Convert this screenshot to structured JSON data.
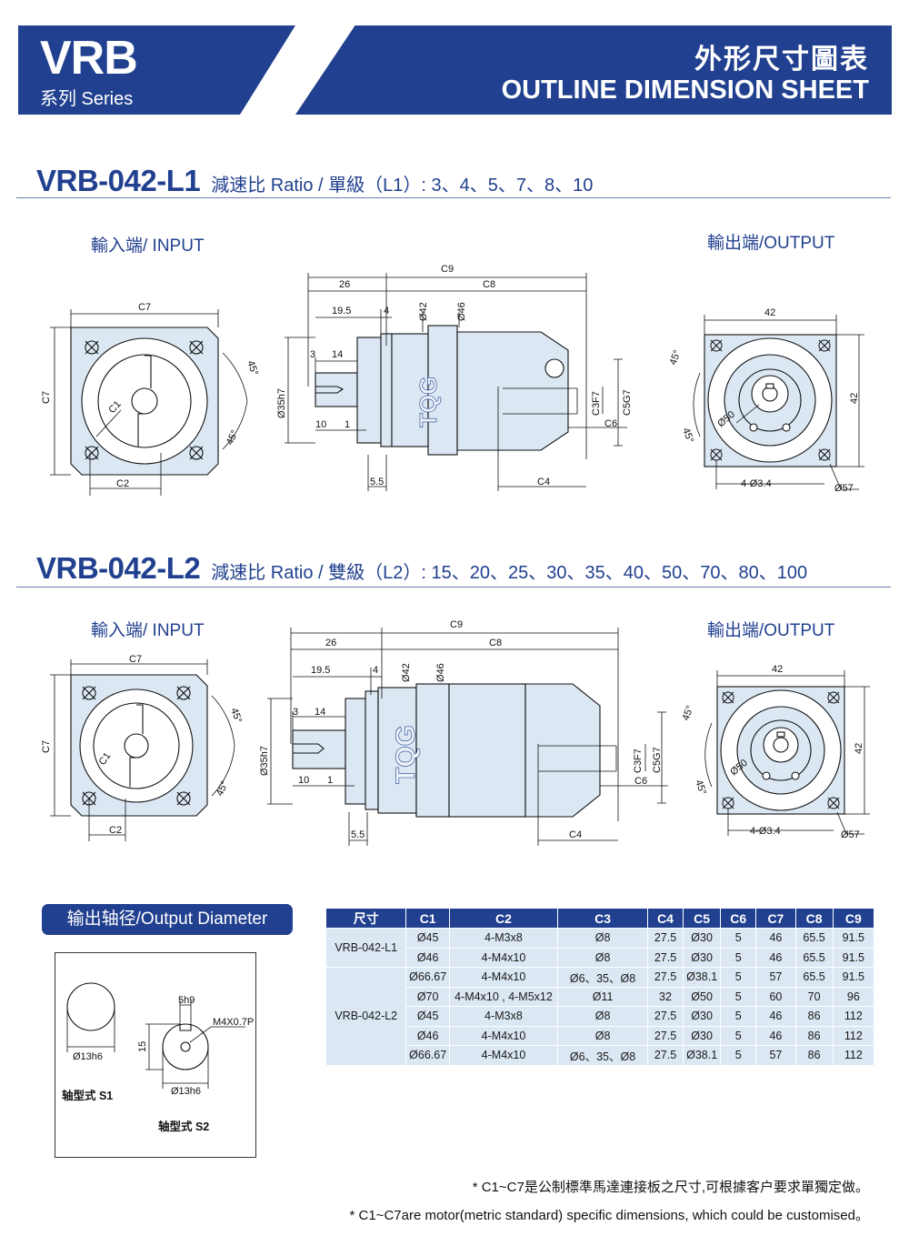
{
  "header": {
    "series_code": "VRB",
    "series_sub": "系列 Series",
    "title_cn": "外形尺寸圖表",
    "title_en": "OUTLINE DIMENSION SHEET"
  },
  "sections": [
    {
      "model": "VRB-042-L1",
      "ratio_text": "減速比 Ratio / 單級（L1）: 3、4、5、7、8、10",
      "input_label": "輸入端/ INPUT",
      "output_label": "輸出端/OUTPUT"
    },
    {
      "model": "VRB-042-L2",
      "ratio_text": "減速比 Ratio / 雙級（L2）: 15、20、25、30、35、40、50、70、80、100",
      "input_label": "輸入端/ INPUT",
      "output_label": "輸出端/OUTPUT"
    }
  ],
  "dims": {
    "c1": "C1",
    "c2": "C2",
    "c3f7": "C3F7",
    "c4": "C4",
    "c5g7": "C5G7",
    "c6": "C6",
    "c7": "C7",
    "c8": "C8",
    "c9": "C9",
    "d26": "26",
    "d19_5": "19.5",
    "d4": "4",
    "d3": "3",
    "d14": "14",
    "d10": "10",
    "d1": "1",
    "d5_5": "5.5",
    "phi42": "Ø42",
    "phi46": "Ø46",
    "phi35h7": "Ø35h7",
    "deg45": "45°",
    "sq42": "42",
    "phi50": "Ø50",
    "holes": "4-Ø3.4",
    "phi57": "Ø57",
    "brand": "TQG"
  },
  "output_diameter": {
    "title": "输出轴径/Output Diameter",
    "s1_dim": "Ø13h6",
    "s1_label": "轴型式 S1",
    "s2_key": "5h9",
    "s2_thread": "M4X0.7P",
    "s2_height": "15",
    "s2_dim": "Ø13h6",
    "s2_label": "轴型式 S2"
  },
  "table": {
    "headers": [
      "尺寸",
      "C1",
      "C2",
      "C3",
      "C4",
      "C5",
      "C6",
      "C7",
      "C8",
      "C9"
    ],
    "groups": [
      {
        "model": "VRB-042-L1",
        "rows": [
          [
            "Ø45",
            "4-M3x8",
            "Ø8",
            "27.5",
            "Ø30",
            "5",
            "46",
            "65.5",
            "91.5"
          ],
          [
            "Ø46",
            "4-M4x10",
            "Ø8",
            "27.5",
            "Ø30",
            "5",
            "46",
            "65.5",
            "91.5"
          ]
        ]
      },
      {
        "model": "VRB-042-L2",
        "rows": [
          [
            "Ø66.67",
            "4-M4x10",
            "Ø6、35、Ø8",
            "27.5",
            "Ø38.1",
            "5",
            "57",
            "65.5",
            "91.5"
          ],
          [
            "Ø70",
            "4-M4x10 , 4-M5x12",
            "Ø11",
            "32",
            "Ø50",
            "5",
            "60",
            "70",
            "96"
          ],
          [
            "Ø45",
            "4-M3x8",
            "Ø8",
            "27.5",
            "Ø30",
            "5",
            "46",
            "86",
            "112"
          ],
          [
            "Ø46",
            "4-M4x10",
            "Ø8",
            "27.5",
            "Ø30",
            "5",
            "46",
            "86",
            "112"
          ],
          [
            "Ø66.67",
            "4-M4x10",
            "Ø6、35、Ø8",
            "27.5",
            "Ø38.1",
            "5",
            "57",
            "86",
            "112"
          ]
        ]
      }
    ]
  },
  "notes": {
    "cn": "* C1~C7是公制標準馬達連接板之尺寸,可根據客户要求單獨定做。",
    "en": "* C1~C7are motor(metric standard) specific dimensions, which could be customised。"
  }
}
